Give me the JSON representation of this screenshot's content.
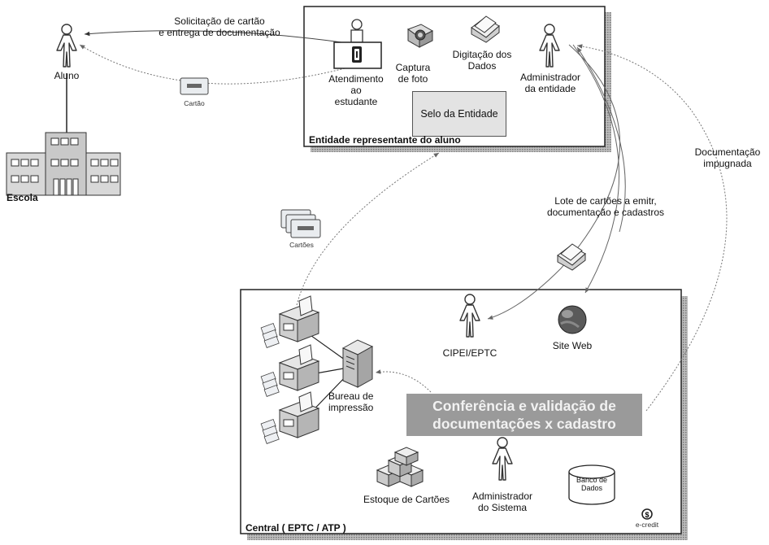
{
  "boxes": {
    "entidade_title": "Entidade representante do aluno",
    "central_title": "Central ( EPTC / ATP )"
  },
  "actors": {
    "aluno": "Aluno",
    "escola": "Escola",
    "administrador_entidade": [
      "Administrador",
      "da entidade"
    ],
    "cipei": "CIPEI/EPTC",
    "administrador_sistema": [
      "Administrador",
      "do Sistema"
    ]
  },
  "entidade_items": {
    "atendimento": [
      "Atendimento",
      "ao",
      "estudante"
    ],
    "captura": [
      "Captura",
      "de foto"
    ],
    "digitacao": [
      "Digitação dos",
      "Dados"
    ],
    "selo": "Selo da Entidade"
  },
  "central_items": {
    "bureau": [
      "Bureau de",
      "impressão"
    ],
    "site_web": "Site Web",
    "conferencia": [
      "Conferência e validação de",
      "documentações x cadastro"
    ],
    "estoque": "Estoque de Cartões",
    "banco": [
      "Banco de",
      "Dados"
    ],
    "ecredit": "e-credit"
  },
  "flows": {
    "solicitacao": [
      "Solicitação de cartão",
      "e entrega de documentação"
    ],
    "cartao": "Cartão",
    "cartoes": "Cartões",
    "lote": [
      "Lote de cartões a emitr,",
      "documentação e cadastros"
    ],
    "impugnada": [
      "Documentação",
      "impugnada"
    ]
  }
}
